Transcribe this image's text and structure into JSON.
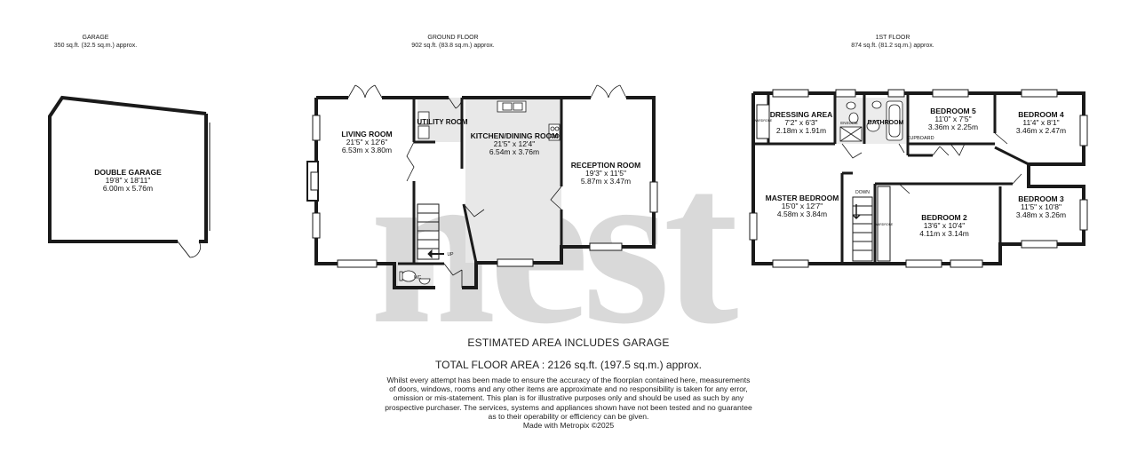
{
  "headers": {
    "garage": {
      "title": "GARAGE",
      "area": "350 sq.ft. (32.5 sq.m.) approx."
    },
    "ground": {
      "title": "GROUND FLOOR",
      "area": "902 sq.ft. (83.8 sq.m.) approx."
    },
    "first": {
      "title": "1ST FLOOR",
      "area": "874 sq.ft. (81.2 sq.m.) approx."
    }
  },
  "watermark": "nest",
  "rooms": {
    "double_garage": {
      "name": "DOUBLE GARAGE",
      "imperial": "19'8\" x 18'11\"",
      "metric": "6.00m x 5.76m"
    },
    "living_room": {
      "name": "LIVING ROOM",
      "imperial": "21'5\" x 12'6\"",
      "metric": "6.53m x 3.80m"
    },
    "utility_room": {
      "name": "UTILITY ROOM"
    },
    "kitchen": {
      "name": "KITCHEN/DINING ROOM",
      "imperial": "21'5\" x 12'4\"",
      "metric": "6.54m x 3.76m"
    },
    "reception": {
      "name": "RECEPTION ROOM",
      "imperial": "19'3\" x 11'5\"",
      "metric": "5.87m x 3.47m"
    },
    "wc": {
      "name": "WC"
    },
    "up": {
      "name": "UP"
    },
    "dressing": {
      "name": "DRESSING AREA",
      "imperial": "7'2\" x 6'3\"",
      "metric": "2.18m x 1.91m"
    },
    "ensuite": {
      "name": "ENSUITE"
    },
    "bathroom": {
      "name": "BATHROOM"
    },
    "bedroom5": {
      "name": "BEDROOM 5",
      "imperial": "11'0\" x 7'5\"",
      "metric": "3.36m x 2.25m"
    },
    "bedroom4": {
      "name": "BEDROOM 4",
      "imperial": "11'4\" x 8'1\"",
      "metric": "3.46m x 2.47m"
    },
    "cupboard": {
      "name": "CUPBOARD"
    },
    "master": {
      "name": "MASTER BEDROOM",
      "imperial": "15'0\" x 12'7\"",
      "metric": "4.58m x 3.84m"
    },
    "down": {
      "name": "DOWN"
    },
    "bedroom2": {
      "name": "BEDROOM 2",
      "imperial": "13'6\" x 10'4\"",
      "metric": "4.11m x 3.14m"
    },
    "bedroom3": {
      "name": "BEDROOM 3",
      "imperial": "11'5\" x 10'8\"",
      "metric": "3.48m x 3.26m"
    },
    "wardrobe": {
      "name": "WARDROBE"
    }
  },
  "footer": {
    "estimated": "ESTIMATED AREA INCLUDES GARAGE",
    "total": "TOTAL FLOOR AREA : 2126 sq.ft. (197.5 sq.m.) approx.",
    "disclaimer": [
      "Whilst every attempt has been made to ensure the accuracy of the floorplan contained here, measurements",
      "of doors, windows, rooms and any other items are approximate and no responsibility is taken for any error,",
      "omission or mis-statement. This plan is for illustrative purposes only and should be used as such by any",
      "prospective purchaser. The services, systems and appliances shown have not been tested and no guarantee",
      "as to their operability or efficiency can be given."
    ],
    "credit": "Made with Metropix ©2025"
  },
  "colors": {
    "wall": "#1a1a1a",
    "floor_grey": "#e8e8e8",
    "watermark": "#d9d9d9"
  }
}
